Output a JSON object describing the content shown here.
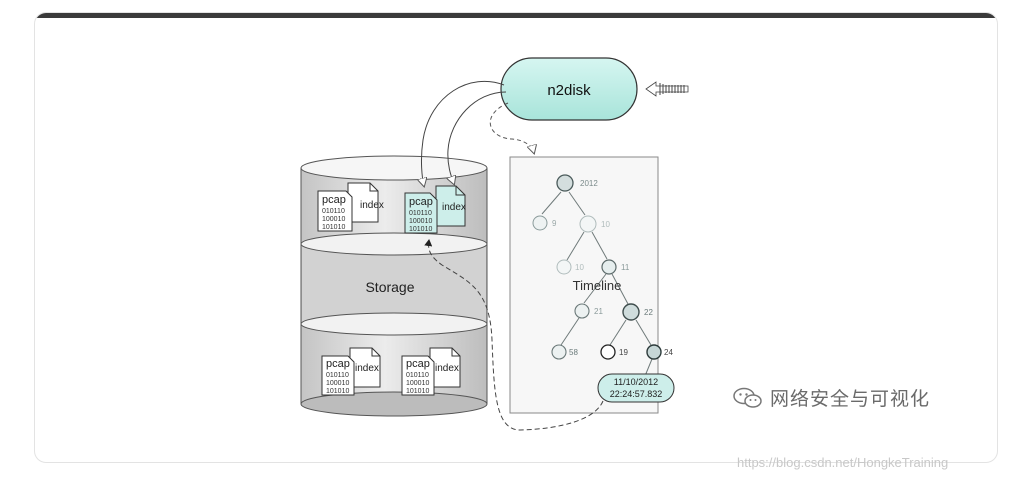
{
  "diagram": {
    "n2disk_label": "n2disk",
    "storage_label": "Storage",
    "timeline_label": "Timeline",
    "pcap_label": "pcap",
    "index_label": "index",
    "pcap_bits": [
      "010110",
      "100010",
      "101010"
    ],
    "tree_nodes": {
      "root": "2012",
      "l1_left": "9",
      "l1_right": "10",
      "l2_left": "10",
      "l2_right": "11",
      "l3_left": "21",
      "l3_right": "22",
      "l4_a": "58",
      "l4_b": "19",
      "l4_c": "24"
    },
    "timestamp_date": "11/10/2012",
    "timestamp_time": "22:24:57.832"
  },
  "watermark": {
    "brand": "网络安全与可视化",
    "url": "https://blog.csdn.net/HongkeTraining"
  },
  "colors": {
    "n2disk_fill": "#bdeee6",
    "active_file": "#cdeeea",
    "node_stroke_dark": "#4a5a5a",
    "node_stroke_light": "#a8b4b4"
  }
}
